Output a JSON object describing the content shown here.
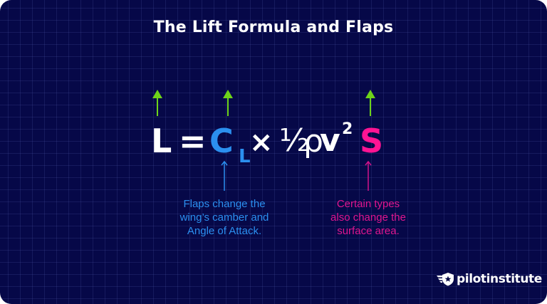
{
  "title": "The Lift Formula and Flaps",
  "colors": {
    "background": "#060848",
    "grid": "#2a2f7a",
    "text_white": "#ffffff",
    "cl_blue": "#2b8fef",
    "s_magenta": "#ff1493",
    "increase_arrow_green": "#6ed31a"
  },
  "formula": {
    "lift": "L",
    "equals": "=",
    "coefficient": "C",
    "coefficient_subscript": "L",
    "times": "×",
    "half": "½",
    "rho": "ρ",
    "velocity": "v",
    "exponent": "2",
    "surface": "S"
  },
  "increase_arrows": [
    {
      "target": "L",
      "icon": "up-arrow-icon"
    },
    {
      "target": "CL",
      "icon": "up-arrow-icon"
    },
    {
      "target": "S",
      "icon": "up-arrow-icon"
    }
  ],
  "annotations": {
    "coefficient_note": {
      "lines": [
        "Flaps change the",
        "wing’s camber and",
        "Angle of Attack."
      ]
    },
    "surface_note": {
      "lines": [
        "Certain types",
        "also change the",
        "surface area."
      ]
    }
  },
  "logo": {
    "icon": "winged-shield-star-icon",
    "text": "pilotinstitute"
  }
}
